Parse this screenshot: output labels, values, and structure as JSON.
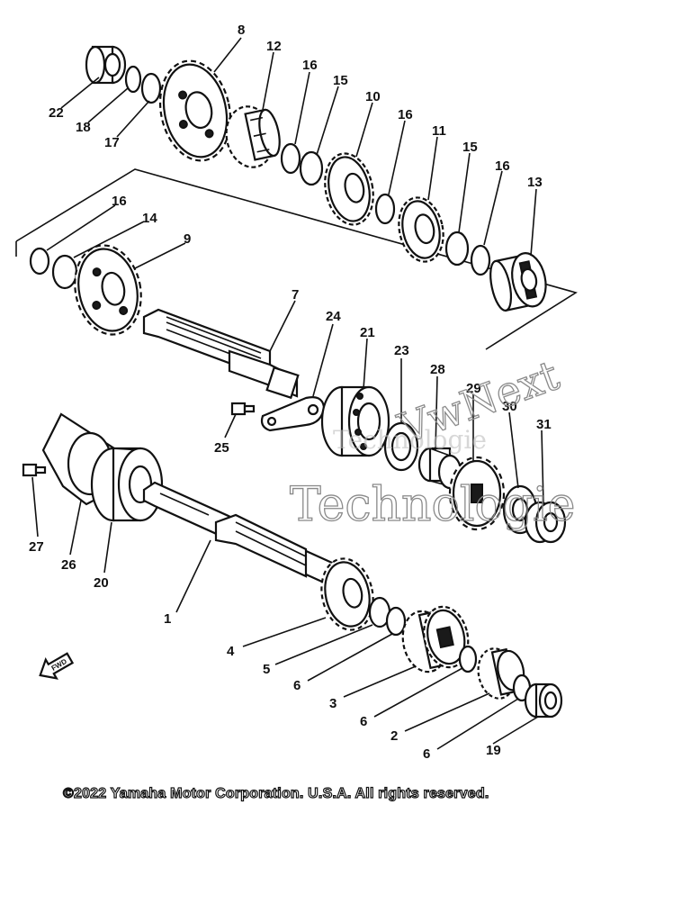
{
  "watermark": {
    "line1": "VwNext",
    "line2": "Technologie",
    "line3": "Technologie"
  },
  "fwd_label": "FWD",
  "copyright": "©2022 Yamaha Motor Corporation. U.S.A. All rights reserved.",
  "callouts": [
    {
      "id": "22",
      "label": "22"
    },
    {
      "id": "18",
      "label": "18"
    },
    {
      "id": "17",
      "label": "17"
    },
    {
      "id": "8",
      "label": "8"
    },
    {
      "id": "12",
      "label": "12"
    },
    {
      "id": "16a",
      "label": "16"
    },
    {
      "id": "15a",
      "label": "15"
    },
    {
      "id": "10",
      "label": "10"
    },
    {
      "id": "16b",
      "label": "16"
    },
    {
      "id": "11",
      "label": "11"
    },
    {
      "id": "15b",
      "label": "15"
    },
    {
      "id": "16c",
      "label": "16"
    },
    {
      "id": "13",
      "label": "13"
    },
    {
      "id": "16d",
      "label": "16"
    },
    {
      "id": "14",
      "label": "14"
    },
    {
      "id": "9",
      "label": "9"
    },
    {
      "id": "7",
      "label": "7"
    },
    {
      "id": "24",
      "label": "24"
    },
    {
      "id": "21",
      "label": "21"
    },
    {
      "id": "23",
      "label": "23"
    },
    {
      "id": "28",
      "label": "28"
    },
    {
      "id": "29",
      "label": "29"
    },
    {
      "id": "30",
      "label": "30"
    },
    {
      "id": "31",
      "label": "31"
    },
    {
      "id": "25",
      "label": "25"
    },
    {
      "id": "27",
      "label": "27"
    },
    {
      "id": "26",
      "label": "26"
    },
    {
      "id": "20",
      "label": "20"
    },
    {
      "id": "1",
      "label": "1"
    },
    {
      "id": "4",
      "label": "4"
    },
    {
      "id": "5",
      "label": "5"
    },
    {
      "id": "6a",
      "label": "6"
    },
    {
      "id": "3",
      "label": "3"
    },
    {
      "id": "6b",
      "label": "6"
    },
    {
      "id": "2",
      "label": "2"
    },
    {
      "id": "6c",
      "label": "6"
    },
    {
      "id": "19",
      "label": "19"
    }
  ]
}
